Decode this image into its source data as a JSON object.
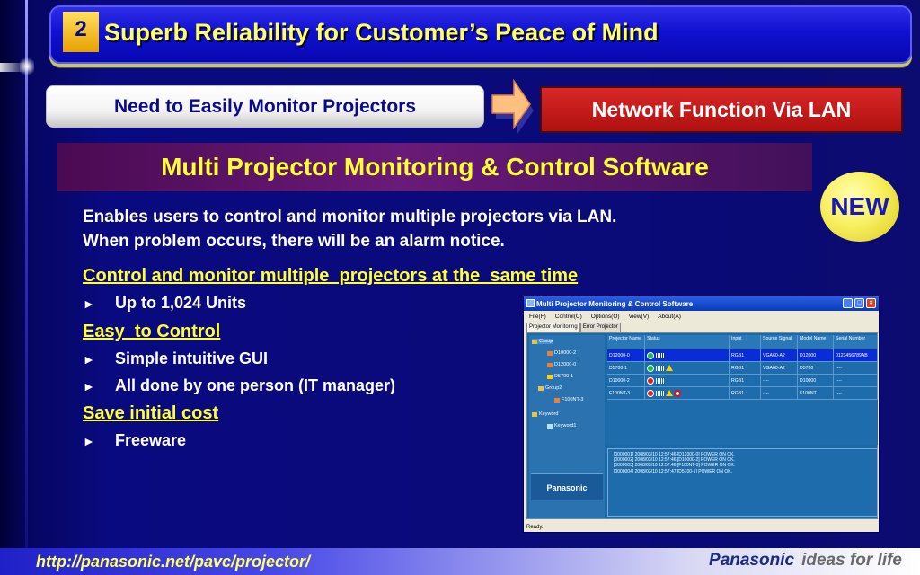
{
  "title": {
    "number": "2",
    "text": "Superb Reliability for Customer’s Peace of Mind"
  },
  "need": {
    "text": "Need to Easily Monitor Projectors"
  },
  "network": {
    "text": "Network Function Via LAN"
  },
  "software": {
    "text": "Multi Projector Monitoring & Control Software"
  },
  "new_badge": "NEW",
  "intro": {
    "line1": "Enables users to control and monitor multiple projectors via LAN.",
    "line2": "When problem occurs, there will be an alarm notice."
  },
  "sections": [
    {
      "heading": "Control and monitor multiple  projectors at the  same time",
      "bullets": [
        "Up to 1,024 Units"
      ]
    },
    {
      "heading": "Easy  to Control",
      "bullets": [
        "Simple intuitive GUI",
        "All done by one person (IT manager)"
      ]
    },
    {
      "heading": "Save initial cost",
      "bullets": [
        "Freeware"
      ]
    }
  ],
  "bullet_glyph": "►",
  "window": {
    "title": "Multi Projector Monitoring & Control Software",
    "menu": [
      "File(F)",
      "Control(C)",
      "Options(O)",
      "View(V)",
      "About(A)"
    ],
    "tabs": [
      "Projector Monitoring",
      "Error Projector"
    ],
    "tree": [
      "Group",
      "D10000-2",
      "D12000-0",
      "D5700-1",
      "Group2",
      "F100NT-3",
      "Keyword",
      "Keyword1"
    ],
    "logo": "Panasonic",
    "columns": [
      "Projector Name",
      "Status",
      "Input",
      "Source Signal",
      "Model Name",
      "Serial Number"
    ],
    "rows": [
      {
        "name": "D12000-0",
        "input": "RGB1",
        "signal": "VGA60-A2",
        "model": "D12000",
        "serial": "0123456789AB"
      },
      {
        "name": "D5700-1",
        "input": "RGB1",
        "signal": "VGA60-A2",
        "model": "D5700",
        "serial": "----"
      },
      {
        "name": "D10000-2",
        "input": "RGB1",
        "signal": "----",
        "model": "D10000",
        "serial": "----"
      },
      {
        "name": "F100NT-3",
        "input": "RGB1",
        "signal": "----",
        "model": "F100NT",
        "serial": "----"
      }
    ],
    "log": [
      "[0000001] 2008/03/10 12:57:46 [D12000-0] POWER ON OK.",
      "[0000002] 2008/03/10 12:57:46 [D10000-2] POWER ON OK.",
      "[0000003] 2008/03/10 12:57:46 [F100NT-3] POWER ON OK.",
      "[0000004] 2008/03/10 12:57:47 [D5700-1] POWER ON OK."
    ],
    "status": "Ready."
  },
  "footer": {
    "url": "http://panasonic.net/pavc/projector/",
    "brand": "Panasonic",
    "tagline": "ideas for life"
  },
  "colors": {
    "title_text": "#ffff66",
    "heading": "#ffff33",
    "background": "#0a0a80",
    "network_red": "#c81818"
  }
}
